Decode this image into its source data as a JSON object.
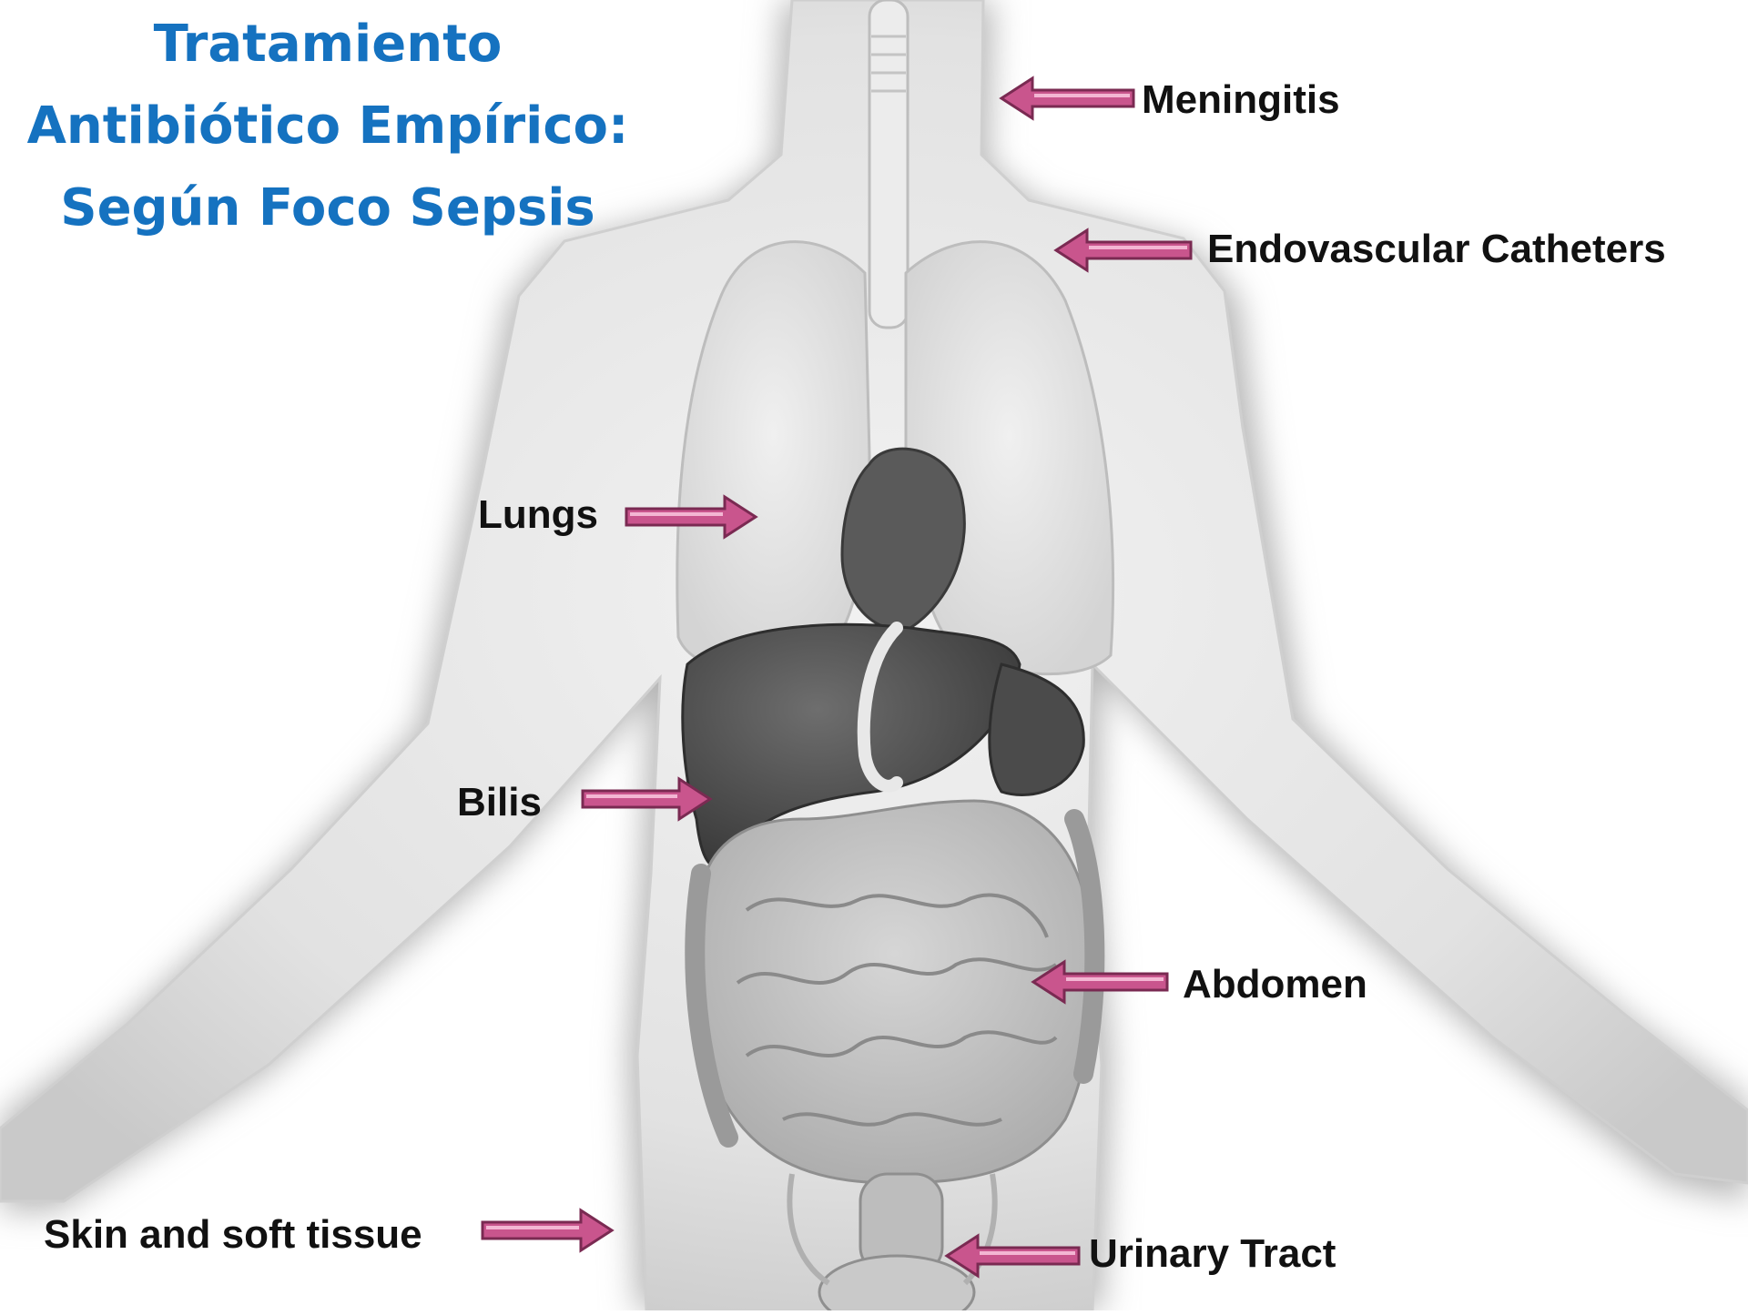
{
  "title": {
    "line1": "Tratamiento",
    "line2": "Antibiótico Empírico:",
    "line3": "Según Foco Sepsis"
  },
  "labels": {
    "meningitis": "Meningitis",
    "endovascular": "Endovascular Catheters",
    "lungs": "Lungs",
    "bilis": "Bilis",
    "abdomen": "Abdomen",
    "skin": "Skin and soft tissue",
    "urinary": "Urinary Tract"
  },
  "colors": {
    "title": "#1572c0",
    "arrow": "#c9558d",
    "body_fill": "#e6e6e6",
    "organ_dark": "#4a4a4a"
  },
  "icons": {
    "arrow": "pink-block-arrow"
  }
}
